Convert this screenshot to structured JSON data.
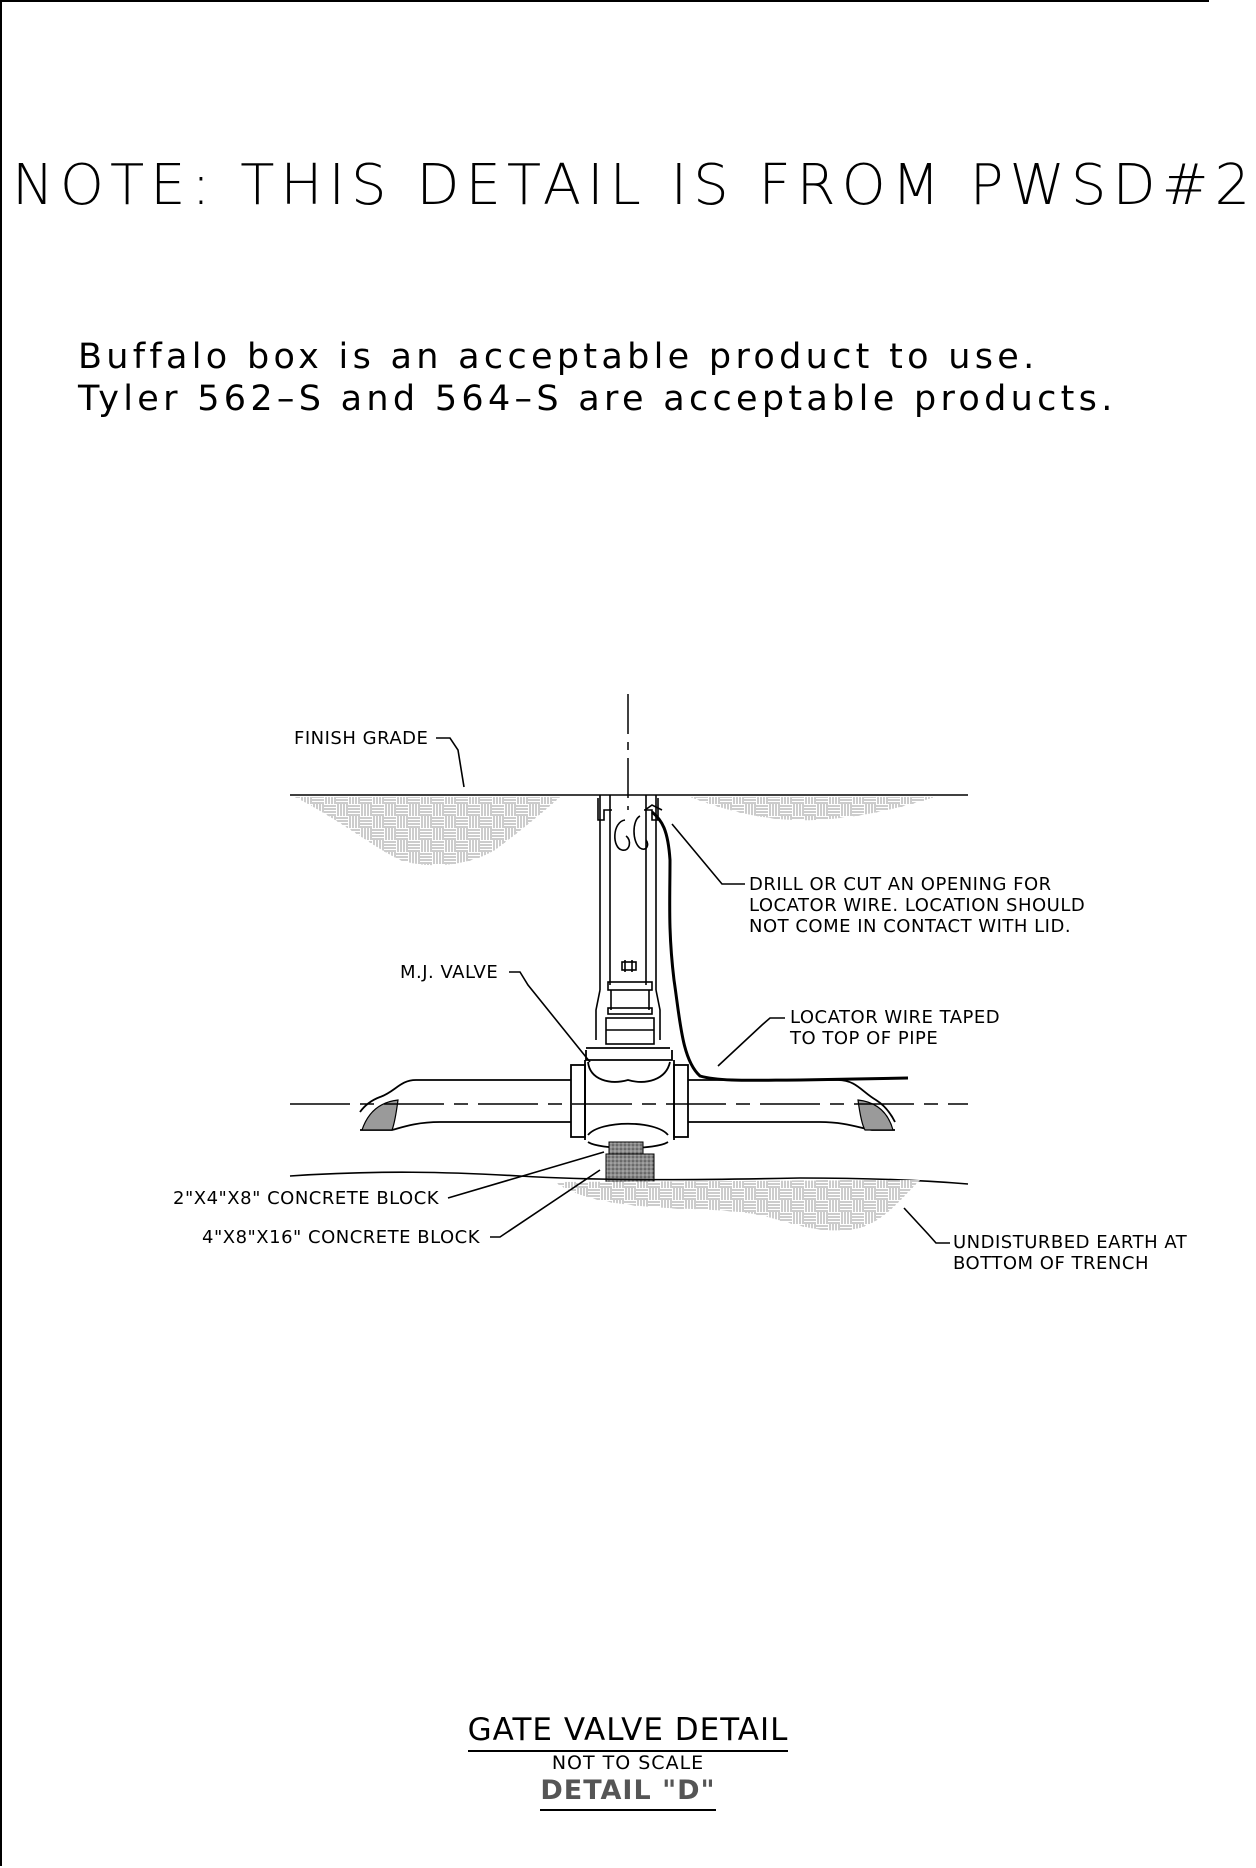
{
  "note": {
    "title": "NOTE:  THIS DETAIL IS FROM PWSD#2",
    "lines": [
      "Buffalo box is an acceptable product to use.",
      "Tyler 562–S and 564–S are acceptable products."
    ]
  },
  "labels": {
    "finish_grade": "FINISH GRADE",
    "drill_opening": [
      "DRILL OR CUT AN OPENING FOR",
      "LOCATOR WIRE. LOCATION SHOULD",
      "NOT COME IN CONTACT WITH LID."
    ],
    "mj_valve": "M.J. VALVE",
    "locator_wire": [
      "LOCATOR WIRE TAPED",
      "TO TOP OF PIPE"
    ],
    "small_block": "2\"X4\"X8\" CONCRETE BLOCK",
    "large_block": "4\"X8\"X16\" CONCRETE BLOCK",
    "undisturbed_earth": [
      "UNDISTURBED EARTH AT",
      "BOTTOM OF TRENCH"
    ]
  },
  "title_block": {
    "title": "GATE VALVE DETAIL",
    "scale": "NOT TO SCALE",
    "detail": "DETAIL \"D\""
  }
}
